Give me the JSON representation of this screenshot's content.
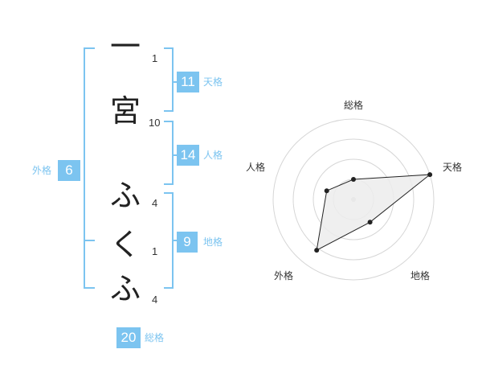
{
  "name_chars": [
    {
      "char": "一",
      "strokes": "1"
    },
    {
      "char": "宮",
      "strokes": "10"
    },
    {
      "char": "ふ",
      "strokes": "4"
    },
    {
      "char": "く",
      "strokes": "1"
    },
    {
      "char": "ふ",
      "strokes": "4"
    }
  ],
  "fortunes": {
    "tenkaku": {
      "value": "11",
      "label": "天格"
    },
    "jinkaku": {
      "value": "14",
      "label": "人格"
    },
    "chikaku": {
      "value": "9",
      "label": "地格"
    },
    "gaikaku": {
      "value": "6",
      "label": "外格"
    },
    "soukaku": {
      "value": "20",
      "label": "総格"
    }
  },
  "chart_data": {
    "type": "radar",
    "axes": [
      "総格",
      "天格",
      "地格",
      "外格",
      "人格"
    ],
    "values": [
      0.25,
      1.0,
      0.35,
      0.78,
      0.35
    ],
    "max": 1.0,
    "rings": 4,
    "colors": {
      "line": "#222222",
      "fill": "#ececec",
      "grid": "#d6d6d6",
      "center": "#cccccc"
    }
  }
}
